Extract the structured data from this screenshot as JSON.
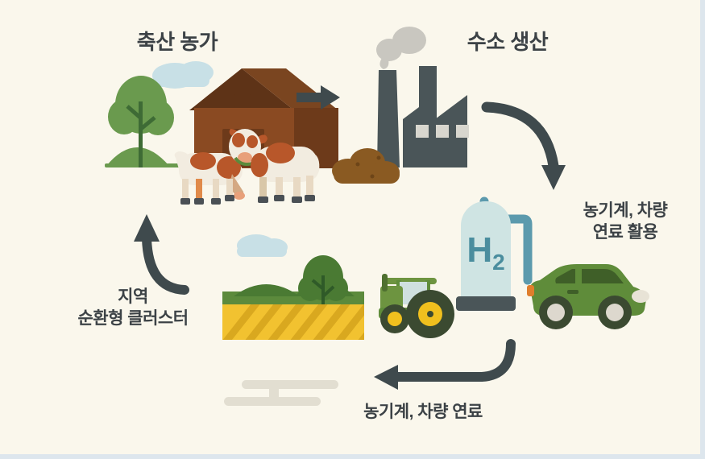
{
  "diagram": {
    "title_implied": "지역 순환형 수소 클러스터",
    "background_color": "#faf7ec",
    "text_color": "#3c4246",
    "border_color": "#dde6ed"
  },
  "labels": {
    "livestock_farm": "축산 농가",
    "hydrogen_production": "수소 생산",
    "fuel_utilization": "농기계, 차량\n연료 활용",
    "regional_cluster": "지역\n순환형 클러스터",
    "machinery_vehicle_fuel": "농기계, 차량 연료"
  },
  "nodes": [
    {
      "id": "livestock-farm",
      "label": "축산 농가",
      "icon": "barn-with-cows-icon",
      "position": "top-left"
    },
    {
      "id": "hydrogen-production",
      "label": "수소 생산",
      "icon": "factory-icon",
      "position": "top-center"
    },
    {
      "id": "fuel-utilization",
      "label": "농기계, 차량 연료 활용",
      "icon": "hydrogen-tank-icon",
      "position": "right"
    },
    {
      "id": "regional-cluster",
      "label": "지역 순환형 클러스터",
      "icon": "farmland-icon",
      "position": "bottom-left"
    }
  ],
  "flow_arrows": [
    {
      "id": "farm-to-factory",
      "shape": "straight-right",
      "from": "livestock-farm",
      "to": "hydrogen-production"
    },
    {
      "id": "factory-to-tank",
      "shape": "curve-down-right",
      "from": "hydrogen-production",
      "to": "fuel-utilization"
    },
    {
      "id": "vehicles-to-field",
      "shape": "curve-left",
      "from": "fuel-utilization",
      "to": "regional-cluster"
    },
    {
      "id": "field-to-farm",
      "shape": "curve-up",
      "from": "regional-cluster",
      "to": "livestock-farm"
    }
  ],
  "illustration": {
    "hydrogen_tank_text": "H",
    "hydrogen_tank_subscript": "2",
    "factory_window_count": 3,
    "cow_count": 2,
    "smoke_puff_count": 2
  },
  "colors": {
    "arrow": "#3f4a4d",
    "barn_roof": "#6b3a1e",
    "barn_wall": "#a05a2c",
    "tree_green": "#6a9a4e",
    "hill_green": "#5c8a3c",
    "field_yellow": "#f2c230",
    "field_stripe": "#d9a81f",
    "factory_gray": "#4a5558",
    "smoke_gray": "#c9c7c0",
    "manure_brown": "#8a5a22",
    "tank_blue": "#cfe4e3",
    "tank_pipe": "#5c9aad",
    "h2_text": "#4a8d9e",
    "vehicle_green": "#5f8c3a",
    "vehicle_green_dark": "#3f5f28",
    "wheel_hub_yellow": "#f0c01e",
    "cloud_blue": "#c8e0e6",
    "cow_white": "#f2ece0",
    "cow_brown": "#b8572a",
    "road_gray": "#e2ded1"
  }
}
